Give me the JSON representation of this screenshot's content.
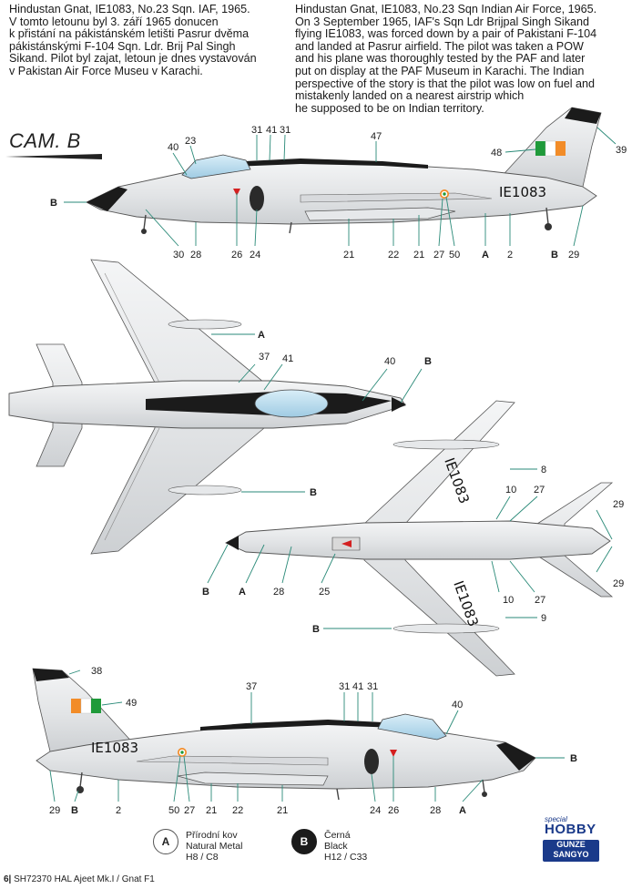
{
  "description_cz": "Hindustan Gnat, IE1083, No.23 Sqn. IAF, 1965.\nV tomto letounu byl 3. září 1965 donucen\nk přistání na pákistánském letišti Pasrur dvěma\npákistánskými F-104 Sqn. Ldr. Brij Pal Singh\nSikand. Pilot byl zajat, letoun je dnes vystavován\nv Pakistan Air Force Museu v Karachi.",
  "description_en": "Hindustan Gnat, IE1083, No.23 Sqn Indian Air Force, 1965.\nOn 3 September 1965, IAF's Sqn Ldr Brijpal Singh Sikand\nflying IE1083, was forced down by a pair of Pakistani F-104\nand landed at Pasrur airfield. The pilot was taken a POW\nand his plane was thoroughly tested by the PAF and later\nput on display at the PAF Museum in Karachi. The Indian\nperspective of the story is that the pilot was low on fuel and\nmistakenly landed on a nearest airstrip which\nhe supposed to be on Indian territory.",
  "camo_title": "CAM. B",
  "serial": "IE1083",
  "serial_underside": "IE1083",
  "colors": {
    "natural_metal": "#e8e9ea",
    "black": "#1b1b1b",
    "leader": "#2a8a78",
    "saffron": "#f28c28",
    "green": "#1f9a3a",
    "roundel_blue": "#1a3a8a"
  },
  "callouts_side_top": {
    "c40": "40",
    "c23": "23",
    "c31a": "31",
    "c41": "41",
    "c31b": "31",
    "c47": "47",
    "c48": "48",
    "c39": "39",
    "cB_nose": "B",
    "c30": "30",
    "c28": "28",
    "c26": "26",
    "c24": "24",
    "c21a": "21",
    "c22": "22",
    "c21b": "21",
    "c27": "27",
    "c50": "50",
    "cA": "A",
    "c2": "2",
    "cB_tail": "B",
    "c29": "29"
  },
  "callouts_top_view": {
    "cA": "A",
    "c37": "37",
    "c41": "41",
    "c40": "40",
    "cB": "B",
    "cB_tank": "B"
  },
  "callouts_under_view": {
    "c8": "8",
    "c10a": "10",
    "c27a": "27",
    "c29a": "29",
    "cB": "B",
    "cA": "A",
    "c28": "28",
    "c25": "25",
    "c10b": "10",
    "c27b": "27",
    "c29b": "29",
    "cB_tank": "B",
    "c9": "9"
  },
  "callouts_side_bottom": {
    "c38": "38",
    "c49": "49",
    "c37": "37",
    "c31a": "31",
    "c41": "41",
    "c31b": "31",
    "c40": "40",
    "cB_nose": "B",
    "c29": "29",
    "cB": "B",
    "c2": "2",
    "c50": "50",
    "c27": "27",
    "c21a": "21",
    "c22": "22",
    "c21b": "21",
    "c24": "24",
    "c26": "26",
    "c28": "28",
    "cA": "A"
  },
  "legend": {
    "a_badge": "A",
    "a_cz": "Přírodní kov",
    "a_en": "Natural Metal",
    "a_code": "H8 / C8",
    "b_badge": "B",
    "b_cz": "Černá",
    "b_en": "Black",
    "b_code": "H12 / C33"
  },
  "footer": {
    "page": "6|",
    "kit": "SH72370",
    "title": "HAL Ajeet Mk.I / Gnat F1"
  },
  "logos": {
    "special_hobby_a": "special",
    "special_hobby_b": "HOBBY",
    "gunze_a": "GUNZE",
    "gunze_b": "SANGYO"
  }
}
